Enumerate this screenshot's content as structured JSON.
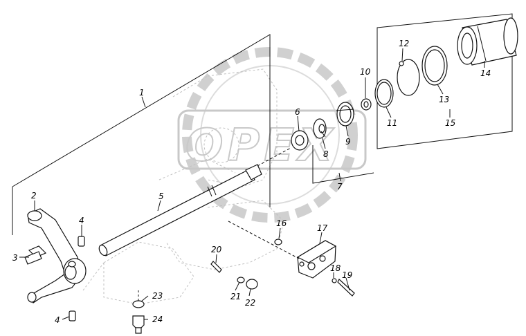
{
  "watermark": {
    "text": "ОРЕХ"
  },
  "callouts": [
    {
      "id": "c1",
      "label": "1"
    },
    {
      "id": "c2",
      "label": "2"
    },
    {
      "id": "c3",
      "label": "3"
    },
    {
      "id": "c4a",
      "label": "4"
    },
    {
      "id": "c4b",
      "label": "4"
    },
    {
      "id": "c5",
      "label": "5"
    },
    {
      "id": "c6",
      "label": "6"
    },
    {
      "id": "c7",
      "label": "7"
    },
    {
      "id": "c8",
      "label": "8"
    },
    {
      "id": "c9",
      "label": "9"
    },
    {
      "id": "c10",
      "label": "10"
    },
    {
      "id": "c11",
      "label": "11"
    },
    {
      "id": "c12",
      "label": "12"
    },
    {
      "id": "c13",
      "label": "13"
    },
    {
      "id": "c14",
      "label": "14"
    },
    {
      "id": "c15",
      "label": "15"
    },
    {
      "id": "c16",
      "label": "16"
    },
    {
      "id": "c17",
      "label": "17"
    },
    {
      "id": "c18",
      "label": "18"
    },
    {
      "id": "c19",
      "label": "19"
    },
    {
      "id": "c20",
      "label": "20"
    },
    {
      "id": "c21",
      "label": "21"
    },
    {
      "id": "c22",
      "label": "22"
    },
    {
      "id": "c23",
      "label": "23"
    },
    {
      "id": "c24",
      "label": "24"
    }
  ]
}
